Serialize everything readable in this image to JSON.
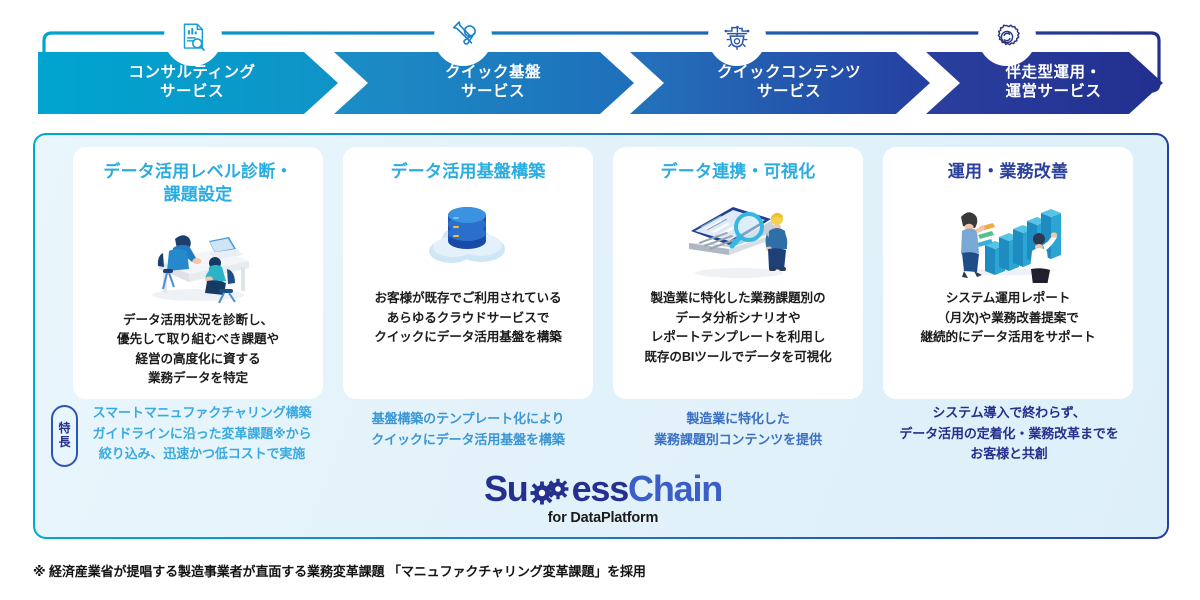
{
  "process": {
    "steps": [
      {
        "icon": "document-search-icon",
        "label_line1": "コンサルティング",
        "label_line2": "サービス",
        "color": "#00a5cf"
      },
      {
        "icon": "tools-wrench-screwdriver-icon",
        "label_line1": "クイック基盤",
        "label_line2": "サービス",
        "color": "#1b8ec6"
      },
      {
        "icon": "gear-circuit-icon",
        "label_line1": "クイックコンテンツ",
        "label_line2": "サービス",
        "color": "#2473bc"
      },
      {
        "icon": "gear-refresh-icon",
        "label_line1": "伴走型運用・",
        "label_line2": "運営サービス",
        "color": "#2a3f9e"
      }
    ]
  },
  "cards": [
    {
      "title_line1": "データ活用レベル診断・",
      "title_line2": "課題設定",
      "art": "consulting-desk-illustration",
      "desc": [
        "データ活用状況を診断し、",
        "優先して取り組むべき課題や",
        "経営の高度化に資する",
        "業務データを特定"
      ],
      "title_color": "#2aace0"
    },
    {
      "title_line1": "データ活用基盤構築",
      "title_line2": "",
      "art": "cloud-database-illustration",
      "desc": [
        "お客様が既存でご利用されている",
        "あらゆるクラウドサービスで",
        "クイックにデータ活用基盤を構築"
      ],
      "title_color": "#2aace0"
    },
    {
      "title_line1": "データ連携・可視化",
      "title_line2": "",
      "art": "laptop-analysis-illustration",
      "desc": [
        "製造業に特化した業務課題別の",
        "データ分析シナリオや",
        "レポートテンプレートを利用し",
        "既存のBIツールでデータを可視化"
      ],
      "title_color": "#2aace0"
    },
    {
      "title_line1": "運用・業務改善",
      "title_line2": "",
      "art": "bar-chart-people-illustration",
      "desc": [
        "システム運用レポート",
        "（月次)や業務改善提案で",
        "継続的にデータ活用をサポート"
      ],
      "title_color": "#2b3f9c"
    }
  ],
  "features": {
    "badge_line1": "特",
    "badge_line2": "長",
    "items": [
      {
        "lines": [
          "スマートマニュファクチャリング構築",
          "ガイドラインに沿った変革課題※から",
          "絞り込み、迅速かつ低コストで実施"
        ],
        "color": "#3aa9df"
      },
      {
        "lines": [
          "基盤構築のテンプレート化により",
          "クイックにデータ活用基盤を構築"
        ],
        "color": "#3b97d4"
      },
      {
        "lines": [
          "製造業に特化した",
          "業務課題別コンテンツを提供"
        ],
        "color": "#3a6fc2"
      },
      {
        "lines": [
          "システム導入で終わらず、",
          "データ活用の定着化・業務改革までを",
          "お客様と共創"
        ],
        "color": "#24308c"
      }
    ]
  },
  "logo": {
    "part1": "Su",
    "gears": "gear-pair-icon",
    "part2": "ess",
    "part3": "Chain",
    "subtitle": "for DataPlatform",
    "color_dark": "#252f8e",
    "color_blue": "#3a5fc8"
  },
  "footnote": {
    "text": "※ 経済産業省が提唱する製造事業者が直面する業務変革課題 「マニュファクチャリング変革課題」を採用"
  },
  "colors": {
    "cyan": "#00a5cf",
    "navy": "#252f8e",
    "panel_bg": "#e4f2fa"
  }
}
